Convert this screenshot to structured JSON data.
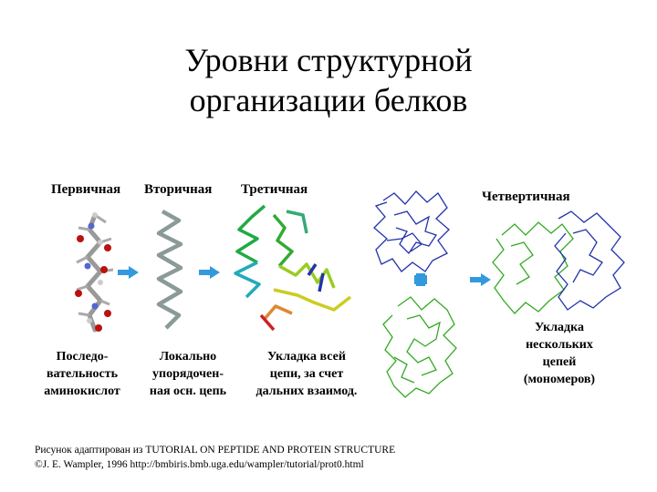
{
  "title": {
    "line1": "Уровни структурной",
    "line2": "организации белков"
  },
  "levels": {
    "primary": {
      "label": "Первичная",
      "desc": [
        "Последо-",
        "вательность",
        "аминокислот"
      ]
    },
    "secondary": {
      "label": "Вторичная",
      "desc": [
        "Локально",
        "упорядочен-",
        "ная осн. цепь"
      ]
    },
    "tertiary": {
      "label": "Третичная",
      "desc": [
        "Укладка всей",
        "цепи, за счет",
        "дальних взаимод."
      ]
    },
    "quaternary": {
      "label": "Четвертичная",
      "desc": [
        "Укладка",
        "нескольких",
        "цепей",
        "(мономеров)"
      ]
    }
  },
  "caption": {
    "line1_prefix": "Рисунок адаптирован из",
    "line1_title": "TUTORIAL ON PEPTIDE AND PROTEIN STRUCTURE",
    "line2": "©J. E. Wampler, 1996 http://bmbiris.bmb.uga.edu/wampler/tutorial/prot0.html"
  },
  "colors": {
    "arrow": "#3399dd",
    "secondary_ribbon": "#8a9a98",
    "chain_blue": "#2233aa",
    "chain_green": "#33aa22",
    "atom_red": "#bb1111",
    "atom_blue": "#5566cc",
    "atom_gray": "#999999"
  }
}
